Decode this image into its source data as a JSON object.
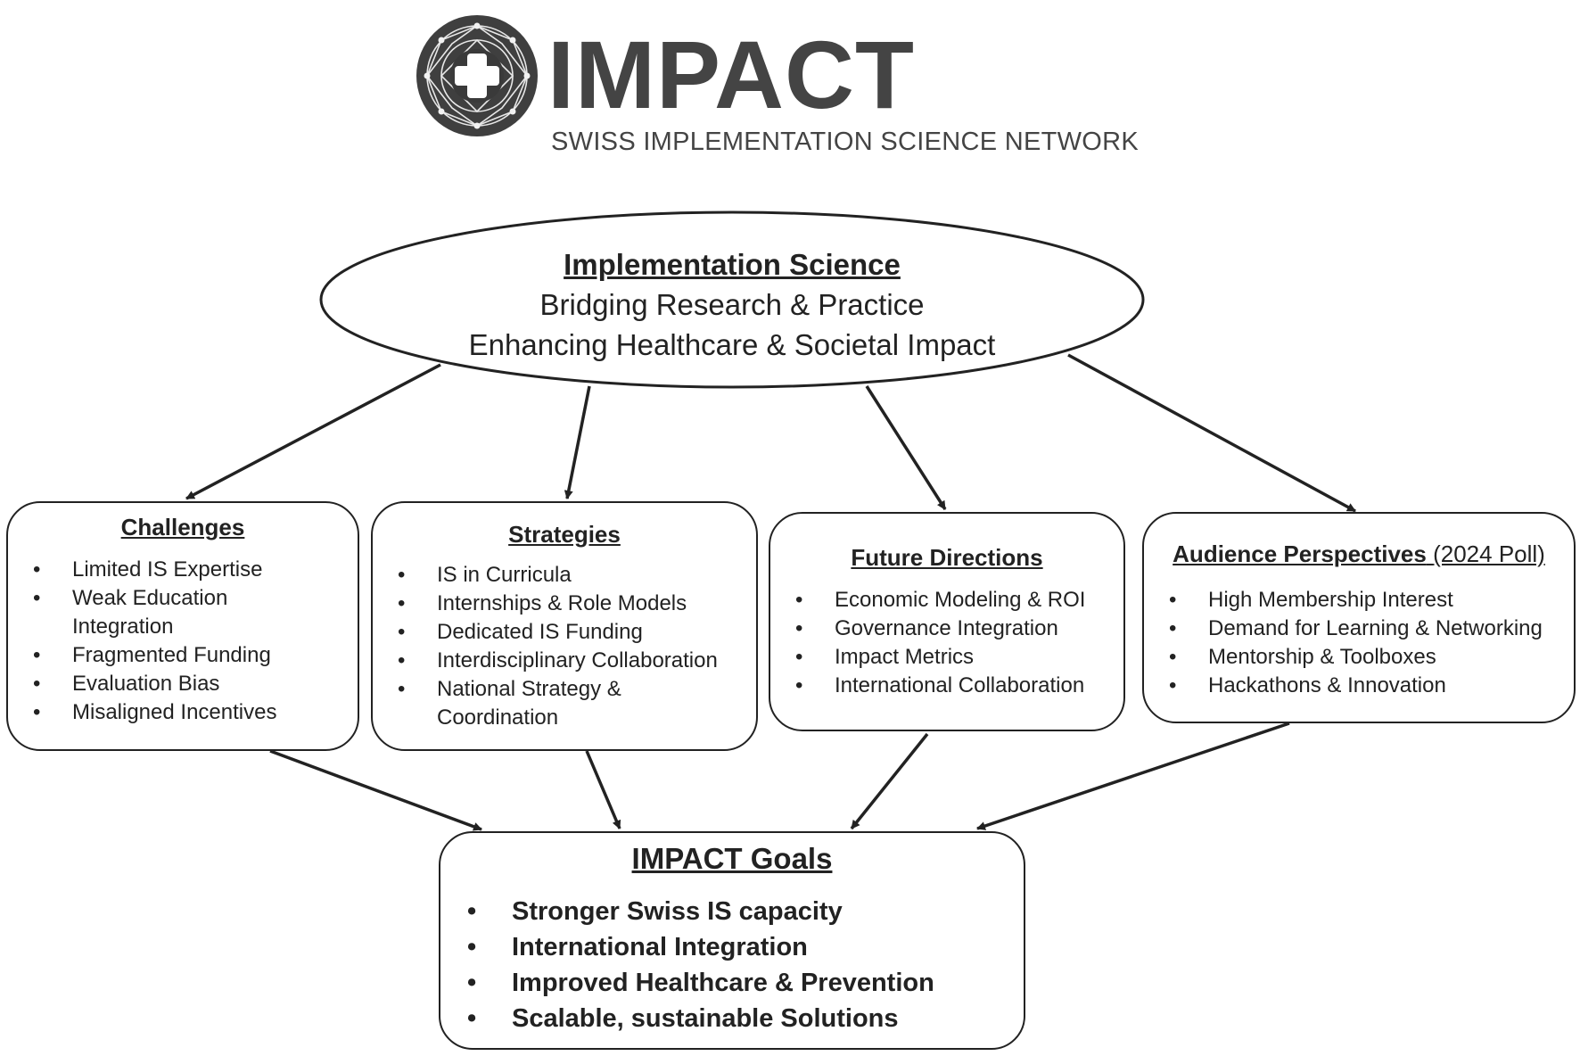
{
  "logo": {
    "word": "IMPACT",
    "subtitle": "SWISS IMPLEMENTATION SCIENCE NETWORK"
  },
  "center": {
    "title": "Implementation Science",
    "lines": [
      "Bridging Research & Practice",
      "Enhancing Healthcare & Societal Impact"
    ]
  },
  "boxes": {
    "challenges": {
      "title": "Challenges",
      "items": [
        "Limited IS Expertise",
        "Weak Education Integration",
        "Fragmented Funding",
        "Evaluation Bias",
        "Misaligned Incentives"
      ]
    },
    "strategies": {
      "title": "Strategies",
      "items": [
        "IS in Curricula",
        "Internships & Role Models",
        "Dedicated IS Funding",
        "Interdisciplinary Collaboration",
        "National Strategy & Coordination"
      ]
    },
    "future": {
      "title": "Future Directions",
      "items": [
        "Economic Modeling & ROI",
        "Governance Integration",
        "Impact Metrics",
        "International Collaboration"
      ]
    },
    "audience": {
      "title": "Audience Perspectives",
      "title_suffix": "(2024 Poll)",
      "items": [
        "High Membership Interest",
        "Demand for Learning & Networking",
        "Mentorship & Toolboxes",
        "Hackathons & Innovation"
      ]
    }
  },
  "goals": {
    "title": "IMPACT Goals",
    "items": [
      "Stronger Swiss IS capacity",
      "International Integration",
      "Improved Healthcare & Prevention",
      "Scalable, sustainable Solutions"
    ]
  }
}
